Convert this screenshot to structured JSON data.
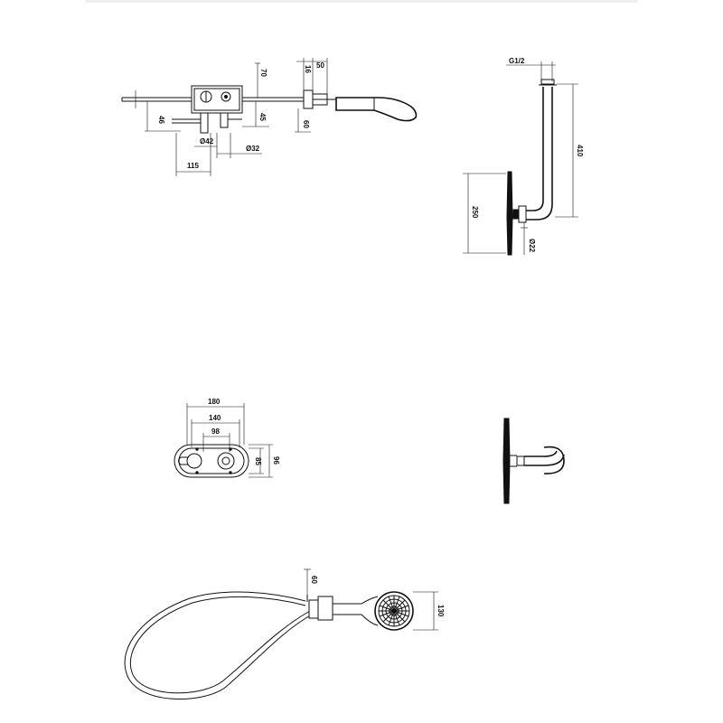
{
  "views": {
    "mixer_side": {
      "d70": "70",
      "d16": "16",
      "d50": "50",
      "d46": "46",
      "d45": "45",
      "d60": "60",
      "dia42": "Ø42",
      "dia32": "Ø32",
      "d115": "115"
    },
    "shower_arm_side": {
      "thread": "G1/2",
      "d410": "410",
      "d250": "250",
      "dia22": "Ø22"
    },
    "cover_plate_front": {
      "d180": "180",
      "d140": "140",
      "d98": "98",
      "d85": "85",
      "d96": "96"
    },
    "hand_shower": {
      "d60": "60",
      "d130": "130"
    }
  }
}
